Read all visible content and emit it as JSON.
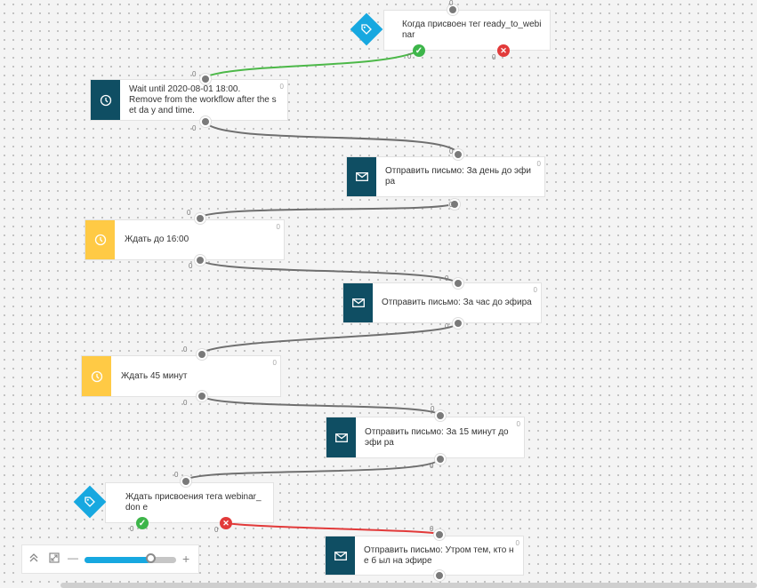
{
  "colors": {
    "accent": "#17a8e0",
    "dark_block": "#0f4e63",
    "yellow_block": "#ffca45",
    "yes_link": "#4cb848",
    "no_link": "#e23a3a",
    "link": "#6f6f6f"
  },
  "nodes": [
    {
      "kind": "trigger-tag",
      "icon": "tag-icon",
      "label": "Когда присвоен тег ready_to_webinar",
      "in_count": "0",
      "yes_count": "0",
      "no_count": "0"
    },
    {
      "kind": "wait",
      "icon": "clock-icon",
      "label": "Wait until 2020-08-01 18:00.\nRemove from the workflow after the set da y and time.",
      "count": "0",
      "in_count": "0",
      "out_count": "0"
    },
    {
      "kind": "email",
      "icon": "envelope-icon",
      "label": "Отправить письмо: За день до эфира",
      "count": "0",
      "in_count": "0",
      "out_count": "0"
    },
    {
      "kind": "wait",
      "icon": "clock-icon",
      "label": "Ждать до 16:00",
      "count": "0",
      "in_count": "0",
      "out_count": "0"
    },
    {
      "kind": "email",
      "icon": "envelope-icon",
      "label": "Отправить письмо: За час до эфира",
      "count": "0",
      "in_count": "0",
      "out_count": "0"
    },
    {
      "kind": "wait",
      "icon": "clock-icon",
      "label": "Ждать 45 минут",
      "count": "0",
      "in_count": "0",
      "out_count": "0"
    },
    {
      "kind": "email",
      "icon": "envelope-icon",
      "label": "Отправить письмо: За 15 минут до эфи ра",
      "count": "0",
      "in_count": "0",
      "out_count": "0"
    },
    {
      "kind": "wait-tag",
      "icon": "tag-icon",
      "label": "Ждать присвоения тега webinar_don e",
      "in_count": "0",
      "yes_count": "0",
      "no_count": "0"
    },
    {
      "kind": "email",
      "icon": "envelope-icon",
      "label": "Отправить письмо: Утром тем, кто не б ыл на эфире",
      "count": "0",
      "in_count": "0"
    }
  ],
  "zoom": {
    "level": 0.72,
    "collapse_icon": "chevrons-up-icon",
    "fit_icon": "fit-screen-icon",
    "minus": "—",
    "plus": "+"
  }
}
